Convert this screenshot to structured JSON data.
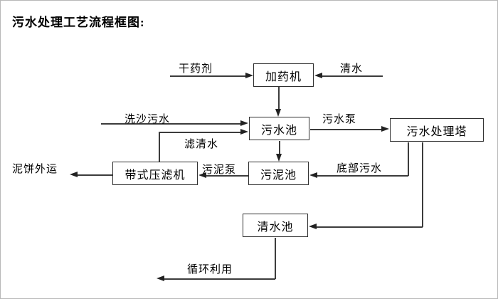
{
  "title": "污水处理工艺流程框图:",
  "colors": {
    "background": "#ffffff",
    "line": "#3c3c3c",
    "box_border": "#2f2f2f",
    "text": "#000000",
    "frame_border": "#b8b8b8"
  },
  "nodes": {
    "dosing_machine": {
      "label": "加药机"
    },
    "sewage_pool": {
      "label": "污水池"
    },
    "treatment_tower": {
      "label": "污水处理塔"
    },
    "sludge_pool": {
      "label": "污泥池"
    },
    "belt_filter_press": {
      "label": "带式压滤机"
    },
    "clean_water_pool": {
      "label": "清水池"
    }
  },
  "edge_labels": {
    "dry_agent": "干药剂",
    "clean_water": "清水",
    "sand_washing_sewage": "洗沙污水",
    "sewage_pump": "污水泵",
    "filtered_water": "滤清水",
    "sludge_pump": "污泥泵",
    "bottom_sewage": "底部污水",
    "mud_cake_out": "泥饼外运",
    "recycle": "循环利用"
  }
}
